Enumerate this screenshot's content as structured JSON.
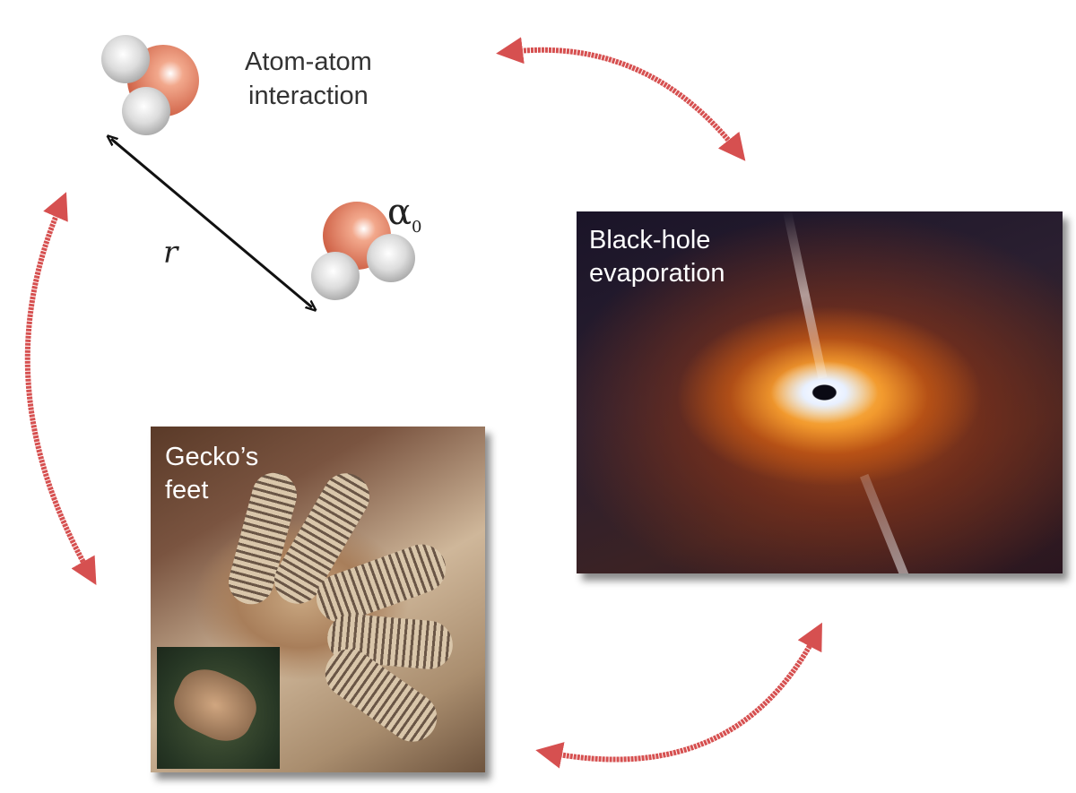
{
  "atom_label": {
    "line1": "Atom-atom",
    "line2": "interaction"
  },
  "distance_symbol": "r",
  "polarizability_symbol": "α",
  "polarizability_subscript": "0",
  "blackhole_label": {
    "line1": "Black-hole",
    "line2": "evaporation"
  },
  "gecko_label": {
    "line1": "Gecko’s",
    "line2": "feet"
  },
  "colors": {
    "arrow": "#d65050",
    "atom_o": "#e08060",
    "atom_h": "#d8d8d8"
  }
}
